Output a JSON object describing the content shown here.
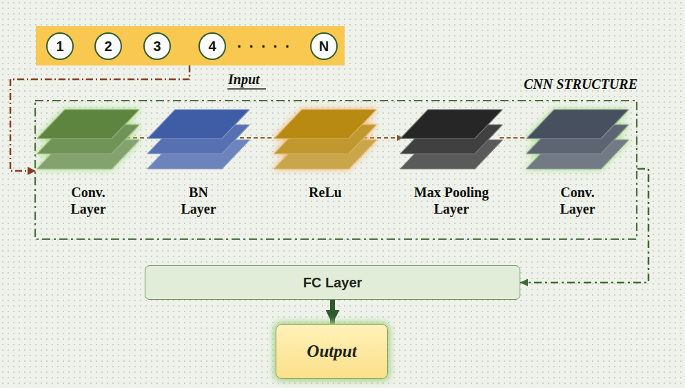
{
  "diagram": {
    "nodes": [
      {
        "text": [
          "1"
        ]
      },
      {
        "text": [
          "2"
        ]
      },
      {
        "text": [
          "3"
        ]
      },
      {
        "text": [
          "4"
        ]
      },
      {
        "text": [
          "N"
        ]
      },
      {
        "text": [
          "CNN STRUCTURE"
        ]
      },
      {
        "text": [
          "Conv. Layer"
        ],
        "in": 5
      },
      {
        "text": [
          "BN Layer"
        ],
        "in": 5
      },
      {
        "text": [
          "ReLu"
        ],
        "in": 5
      },
      {
        "text": [
          "Max Pooling Layer"
        ],
        "in": 5
      },
      {
        "text": [
          "Conv. Layer"
        ],
        "in": 5
      },
      {
        "text": [
          "FC Layer"
        ]
      },
      {
        "text": [
          "Output"
        ]
      }
    ],
    "edges": [
      {
        "from": 6,
        "to": 7,
        "arrow": "to"
      },
      {
        "from": 7,
        "to": 8,
        "arrow": "to"
      },
      {
        "from": 8,
        "to": 9,
        "arrow": "to"
      },
      {
        "from": 9,
        "to": 10,
        "arrow": "to"
      },
      {
        "from": 5,
        "to": 11,
        "arrow": "to"
      },
      {
        "from": 11,
        "to": 12,
        "arrow": "to"
      }
    ],
    "labels": [
      "· · · · ·",
      "Input"
    ]
  }
}
